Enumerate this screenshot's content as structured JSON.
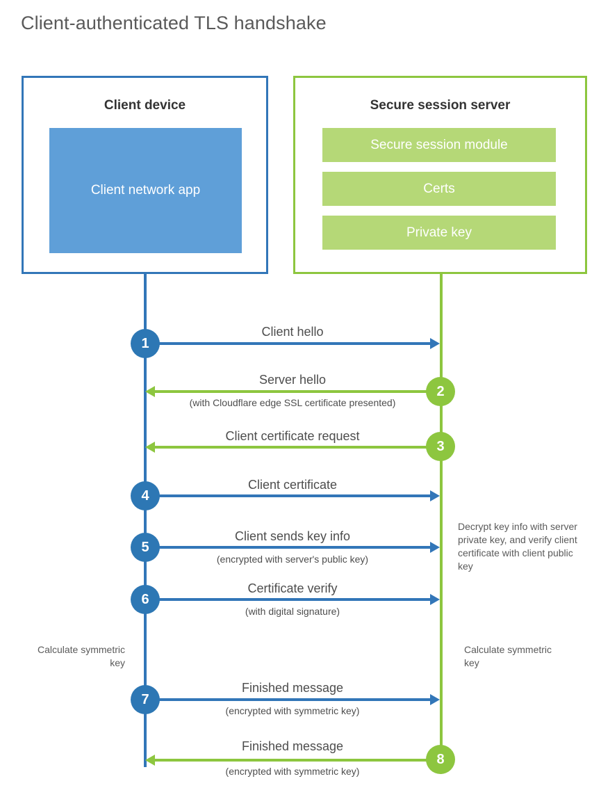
{
  "title": "Client-authenticated TLS handshake",
  "colors": {
    "client_blue": "#3276b8",
    "client_app_blue": "#5f9fd8",
    "step_blue": "#2d77b4",
    "server_green": "#8dc63f",
    "server_bar_green": "#b5d877",
    "text_gray": "#4d4d4d",
    "title_gray": "#5a5a5a"
  },
  "client": {
    "title": "Client device",
    "app_label": "Client network app"
  },
  "server": {
    "title": "Secure session server",
    "components": [
      {
        "label": "Secure session module"
      },
      {
        "label": "Certs"
      },
      {
        "label": "Private key"
      }
    ]
  },
  "steps": [
    {
      "number": "1",
      "side": "client",
      "direction": "to-server",
      "primary_label": "Client hello",
      "secondary_label": ""
    },
    {
      "number": "2",
      "side": "server",
      "direction": "to-client",
      "primary_label": "Server hello",
      "secondary_label": "(with Cloudflare edge SSL certificate presented)"
    },
    {
      "number": "3",
      "side": "server",
      "direction": "to-client",
      "primary_label": "Client certificate request",
      "secondary_label": ""
    },
    {
      "number": "4",
      "side": "client",
      "direction": "to-server",
      "primary_label": "Client certificate",
      "secondary_label": ""
    },
    {
      "number": "5",
      "side": "client",
      "direction": "to-server",
      "primary_label": "Client sends key info",
      "secondary_label": "(encrypted with server's public key)"
    },
    {
      "number": "6",
      "side": "client",
      "direction": "to-server",
      "primary_label": "Certificate verify",
      "secondary_label": "(with digital signature)"
    },
    {
      "number": "7",
      "side": "client",
      "direction": "to-server",
      "primary_label": "Finished message",
      "secondary_label": "(encrypted with symmetric key)"
    },
    {
      "number": "8",
      "side": "server",
      "direction": "to-client",
      "primary_label": "Finished message",
      "secondary_label": "(encrypted with symmetric key)"
    }
  ],
  "notes": {
    "server_decrypt": "Decrypt key info with server private key, and verify client certificate with client public key",
    "client_calculate": "Calculate symmetric key",
    "server_calculate": "Calculate symmetric key"
  }
}
